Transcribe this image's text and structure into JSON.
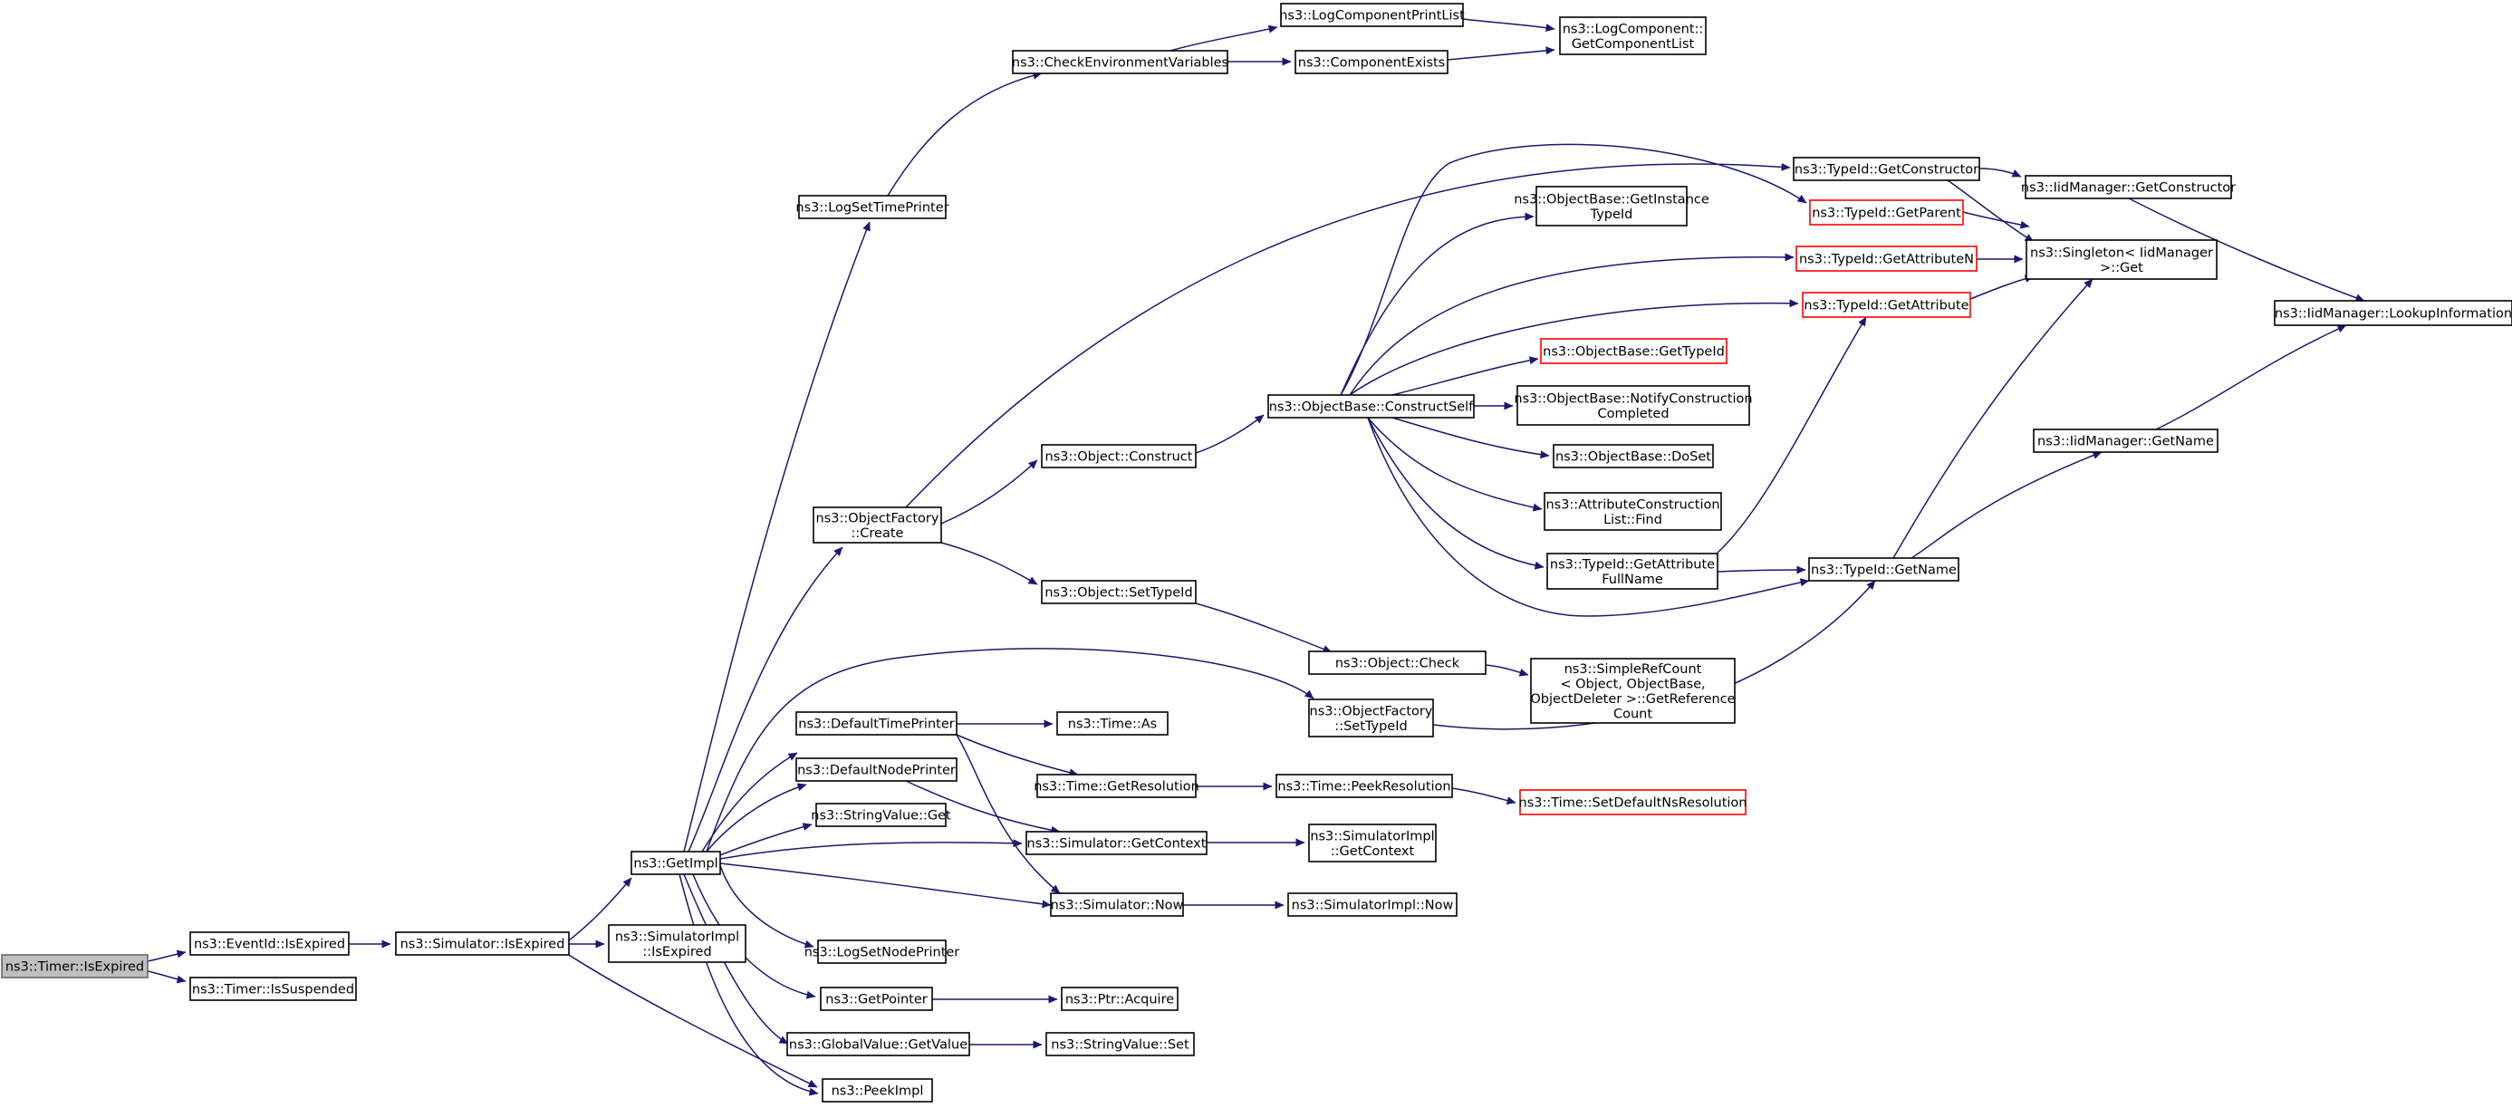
{
  "nodes": {
    "timer_isexpired": [
      "ns3::Timer::IsExpired"
    ],
    "eventid_isexpired": [
      "ns3::EventId::IsExpired"
    ],
    "timer_issuspended": [
      "ns3::Timer::IsSuspended"
    ],
    "sim_isexpired": [
      "ns3::Simulator::IsExpired"
    ],
    "simimpl_isexpired": [
      "ns3::SimulatorImpl",
      "::IsExpired"
    ],
    "getimpl": [
      "ns3::GetImpl"
    ],
    "logsettimeprinter": [
      "ns3::LogSetTimePrinter"
    ],
    "checkenv": [
      "ns3::CheckEnvironmentVariables"
    ],
    "logcompprintlist": [
      "ns3::LogComponentPrintList"
    ],
    "componentexists": [
      "ns3::ComponentExists"
    ],
    "getcomponentlist": [
      "ns3::LogComponent::",
      "GetComponentList"
    ],
    "objfactory_create": [
      "ns3::ObjectFactory",
      "::Create"
    ],
    "object_construct": [
      "ns3::Object::Construct"
    ],
    "object_settypeid": [
      "ns3::Object::SetTypeId"
    ],
    "objbase_constructself": [
      "ns3::ObjectBase::ConstructSelf"
    ],
    "objbase_getinstancetypeid": [
      "ns3::ObjectBase::GetInstance",
      "TypeId"
    ],
    "typeid_getparent": [
      "ns3::TypeId::GetParent"
    ],
    "typeid_getattributen": [
      "ns3::TypeId::GetAttributeN"
    ],
    "typeid_getattribute": [
      "ns3::TypeId::GetAttribute"
    ],
    "objbase_gettypeid": [
      "ns3::ObjectBase::GetTypeId"
    ],
    "objbase_notify": [
      "ns3::ObjectBase::NotifyConstruction",
      "Completed"
    ],
    "objbase_doset": [
      "ns3::ObjectBase::DoSet"
    ],
    "attrconstruction_find": [
      "ns3::AttributeConstruction",
      "List::Find"
    ],
    "typeid_getattrfullname": [
      "ns3::TypeId::GetAttribute",
      "FullName"
    ],
    "typeid_getname": [
      "ns3::TypeId::GetName"
    ],
    "typeid_getconstructor": [
      "ns3::TypeId::GetConstructor"
    ],
    "iidmanager_getconstructor": [
      "ns3::IidManager::GetConstructor"
    ],
    "singleton_get": [
      "ns3::Singleton< IidManager",
      ">::Get"
    ],
    "iidmanager_lookup": [
      "ns3::IidManager::LookupInformation"
    ],
    "iidmanager_getname": [
      "ns3::IidManager::GetName"
    ],
    "object_check": [
      "ns3::Object::Check"
    ],
    "simplerefcount": [
      "ns3::SimpleRefCount",
      "< Object, ObjectBase,",
      "ObjectDeleter >::GetReference",
      "Count"
    ],
    "objfactory_settypeid": [
      "ns3::ObjectFactory",
      "::SetTypeId"
    ],
    "defaulttimeprinter": [
      "ns3::DefaultTimePrinter"
    ],
    "time_as": [
      "ns3::Time::As"
    ],
    "defaultnodeprinter": [
      "ns3::DefaultNodePrinter"
    ],
    "time_getresolution": [
      "ns3::Time::GetResolution"
    ],
    "time_peekresolution": [
      "ns3::Time::PeekResolution"
    ],
    "time_setdefaultns": [
      "ns3::Time::SetDefaultNsResolution"
    ],
    "stringvalue_get": [
      "ns3::StringValue::Get"
    ],
    "sim_getcontext": [
      "ns3::Simulator::GetContext"
    ],
    "simimpl_getcontext": [
      "ns3::SimulatorImpl",
      "::GetContext"
    ],
    "sim_now": [
      "ns3::Simulator::Now"
    ],
    "simimpl_now": [
      "ns3::SimulatorImpl::Now"
    ],
    "logsetnodeprinter": [
      "ns3::LogSetNodePrinter"
    ],
    "getpointer": [
      "ns3::GetPointer"
    ],
    "ptr_acquire": [
      "ns3::Ptr::Acquire"
    ],
    "globalvalue_getvalue": [
      "ns3::GlobalValue::GetValue"
    ],
    "stringvalue_set": [
      "ns3::StringValue::Set"
    ],
    "peekimpl": [
      "ns3::PeekImpl"
    ]
  },
  "colors": {
    "edge": "#191970",
    "node_border": "#000000",
    "highlighted_border": "#ff0000",
    "root_fill": "#bfbfbf"
  }
}
